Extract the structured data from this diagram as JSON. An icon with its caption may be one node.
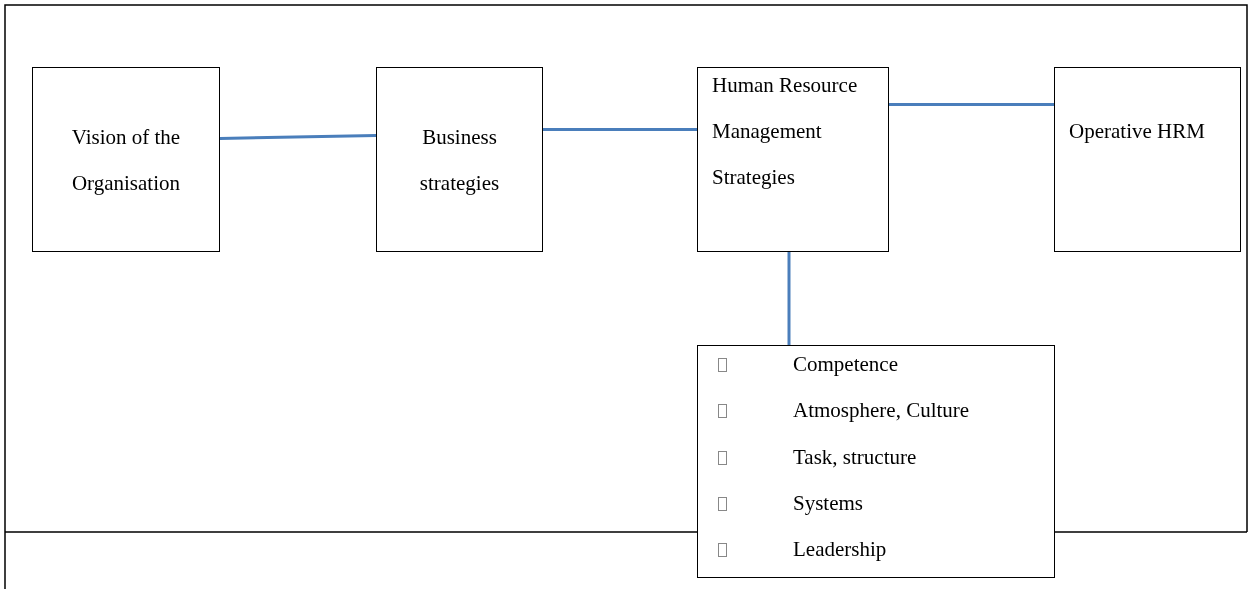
{
  "diagram": {
    "nodes": [
      {
        "text": [
          "Vision of the Organisation"
        ]
      },
      {
        "text": [
          "Business strategies"
        ]
      },
      {
        "text": [
          "Human Resource Management Strategies"
        ]
      },
      {
        "text": [
          "Operative HRM"
        ]
      },
      {
        "text": [
          "Competence",
          "Atmosphere, Culture",
          "Task, structure",
          "Systems",
          "Leadership"
        ]
      }
    ],
    "edges": [
      {
        "from": 0,
        "to": 1,
        "arrow": "none"
      },
      {
        "from": 1,
        "to": 2,
        "arrow": "none"
      },
      {
        "from": 2,
        "to": 3,
        "arrow": "none"
      },
      {
        "from": 2,
        "to": 4,
        "arrow": "none"
      }
    ]
  }
}
